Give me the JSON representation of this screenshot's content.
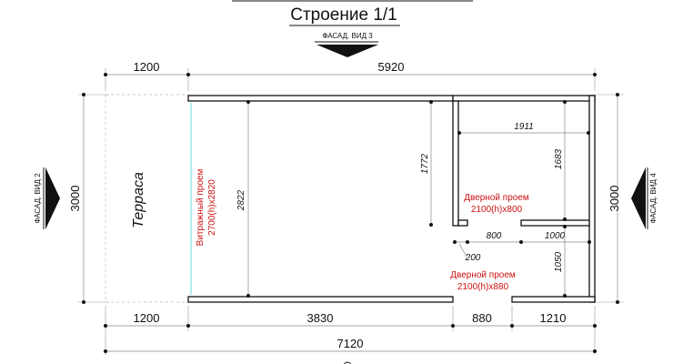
{
  "title": "Строение 1/1",
  "facades": {
    "top": "ФАСАД. ВИД 3",
    "left": "ФАСАД. ВИД 2",
    "right": "ФАСАД. ВИД 4"
  },
  "dimensions": {
    "top_terrace": "1200",
    "top_main": "5920",
    "left_height": "3000",
    "right_height": "3000",
    "bottom_terrace": "1200",
    "bottom_3830": "3830",
    "bottom_880": "880",
    "bottom_1210": "1210",
    "bottom_total": "7120",
    "inner_1911": "1911",
    "inner_1772": "1772",
    "inner_1683": "1683",
    "inner_2822": "2822",
    "inner_800": "800",
    "inner_1000": "1000",
    "inner_200": "200",
    "inner_1050": "1050"
  },
  "labels": {
    "terrace": "Терраса",
    "window_opening_line1": "Витражный проем",
    "window_opening_line2": "2700(h)x2820",
    "door1_line1": "Дверной проем",
    "door1_line2": "2100(h)x800",
    "door2_line1": "Дверной проем",
    "door2_line2": "2100(h)x880"
  },
  "colors": {
    "accent_red": "#cc1111",
    "glazing": "#7fe0e0"
  }
}
